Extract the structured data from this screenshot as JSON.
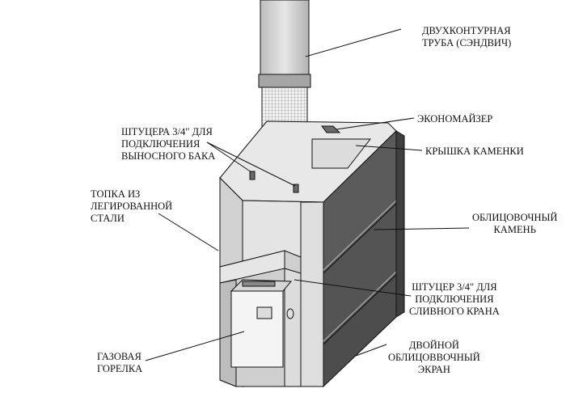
{
  "labels": {
    "chimney": [
      "ДВУХКОНТУРНАЯ",
      "ТРУБА (СЭНДВИЧ)"
    ],
    "economizer": [
      "ЭКОНОМАЙЗЕР"
    ],
    "stove_lid": [
      "КРЫШКА КАМЕНКИ"
    ],
    "fittings_tank": [
      "ШТУЦЕРА 3/4\" ДЛЯ",
      "ПОДКЛЮЧЕНИЯ",
      "ВЫНОСНОГО БАКА"
    ],
    "firebox": [
      "ТОПКА ИЗ",
      "ЛЕГИРОВАННОЙ",
      "СТАЛИ"
    ],
    "facing_stone": [
      "ОБЛИЦОВОЧНЫЙ",
      "КАМЕНЬ"
    ],
    "drain_fitting": [
      "ШТУЦЕР 3/4\" ДЛЯ",
      "ПОДКЛЮЧЕНИЯ",
      "СЛИВНОГО КРАНА"
    ],
    "gas_burner": [
      "ГАЗОВАЯ",
      "ГОРЕЛКА"
    ],
    "double_screen": [
      "ДВОЙНОЙ",
      "ОБЛИЦОВВОЧНЫЙ",
      "ЭКРАН"
    ]
  },
  "colors": {
    "outline": "#111111",
    "steel_light": "#e4e4e4",
    "steel_mid": "#c9c9c9",
    "stone": "#5a5a5a",
    "stone_dark": "#3f3f3f"
  }
}
